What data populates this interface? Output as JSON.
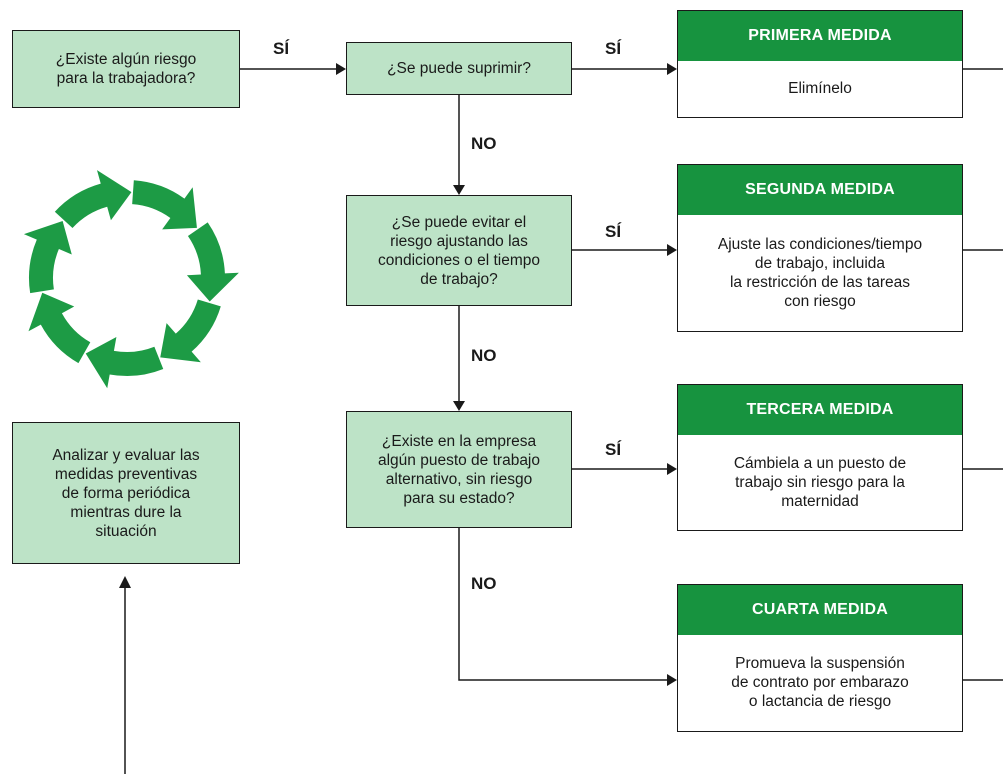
{
  "decisions": {
    "q1": "¿Existe algún riesgo\npara la trabajadora?",
    "q2": "¿Se puede suprimir?",
    "q3": "¿Se puede evitar el\nriesgo ajustando las\ncondiciones o el tiempo\nde trabajo?",
    "q4": "¿Existe en la empresa\nalgún puesto de trabajo\nalternativo, sin riesgo\npara su estado?"
  },
  "review": {
    "text": "Analizar y evaluar las\nmedidas preventivas\nde forma periódica\nmientras dure la\nsituación"
  },
  "measures": [
    {
      "title": "PRIMERA MEDIDA",
      "text": "Elimínelo"
    },
    {
      "title": "SEGUNDA MEDIDA",
      "text": "Ajuste las condiciones/tiempo\nde trabajo, incluida\nla restricción de las tareas\ncon riesgo"
    },
    {
      "title": "TERCERA MEDIDA",
      "text": "Cámbiela a un puesto de\ntrabajo sin riesgo para la\nmaternidad"
    },
    {
      "title": "CUARTA MEDIDA",
      "text": "Promueva la suspensión\nde contrato por embarazo\no lactancia de riesgo"
    }
  ],
  "labels": {
    "yes": "SÍ",
    "no": "NO"
  },
  "colors": {
    "decision_fill": "#bde3c7",
    "header_green": "#17933f",
    "cycle_green": "#1d9b45"
  },
  "icons": {
    "cycle": "circular-arrows-icon"
  }
}
